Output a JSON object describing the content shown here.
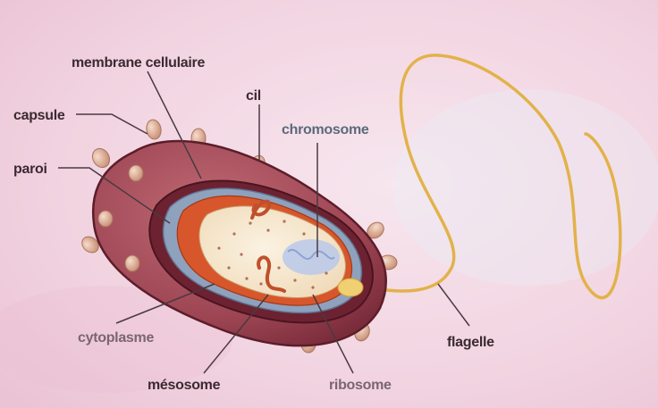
{
  "labels": {
    "membrane": "membrane cellulaire",
    "cil": "cil",
    "capsule": "capsule",
    "chromosome": "chromosome",
    "paroi": "paroi",
    "cytoplasme": "cytoplasme",
    "flagelle": "flagelle",
    "mesosome": "mésosome",
    "ribosome": "ribosome"
  },
  "colors": {
    "background": "#f4dbe6",
    "capsule": "#a04a56",
    "wall": "#6d2231",
    "membrane": "#d8562b",
    "cytoplasm": "#f7ead0",
    "chromosome": "#b8c8ea",
    "flagellum": "#e9b94a",
    "cilia": "#e3b59b"
  }
}
